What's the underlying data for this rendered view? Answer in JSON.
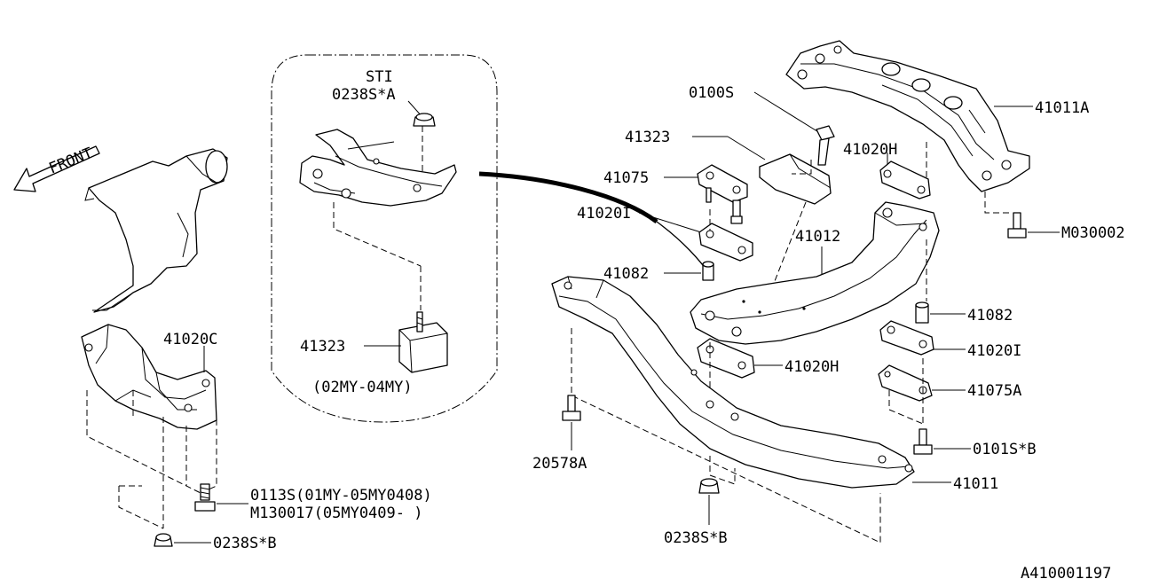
{
  "front_label": "FRONT",
  "diagram_id": "A410001197",
  "inset": {
    "header_line1": "STI",
    "header_line2": "0238S*A",
    "part_label": "41323",
    "note": "(02MY-04MY)"
  },
  "left_group": {
    "bracket_label": "41020C",
    "bolt_label_line1": "0113S(01MY-05MY0408)",
    "bolt_label_line2": "M130017(05MY0409-         )",
    "nut_label": "0238S*B"
  },
  "right_group": {
    "rear_mount_label": "41011A",
    "bolt_0100s": "0100S",
    "damper_label": "41323",
    "stopper_upper_label": "41020H",
    "bracket_41075": "41075",
    "crossmember_label": "41012",
    "stopper_i_upper_label": "41020I",
    "spacer_upper_label": "41082",
    "bolt_m030002": "M030002",
    "spacer_right_label": "41082",
    "stopper_i_right_label": "41020I",
    "stopper_h_lower_label": "41020H",
    "bracket_41075a": "41075A",
    "bolt_0101s": "0101S*B",
    "bolt_20578a": "20578A",
    "front_crossmember_label": "41011",
    "nut_lower_label": "0238S*B"
  }
}
